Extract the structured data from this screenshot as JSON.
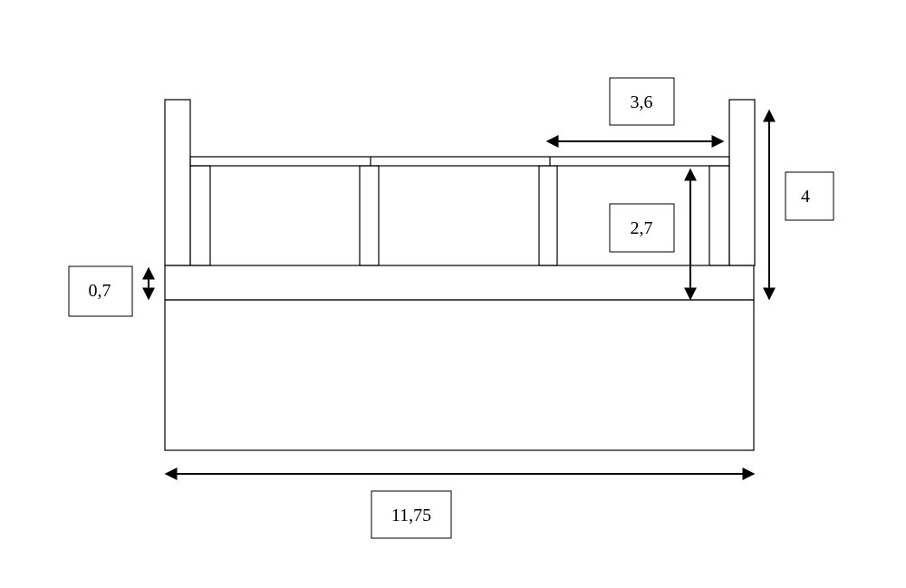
{
  "dimensions": {
    "top_span": "3,6",
    "post_height": "2,7",
    "total_height": "4",
    "rail_height": "0,7",
    "total_width": "11,75"
  }
}
